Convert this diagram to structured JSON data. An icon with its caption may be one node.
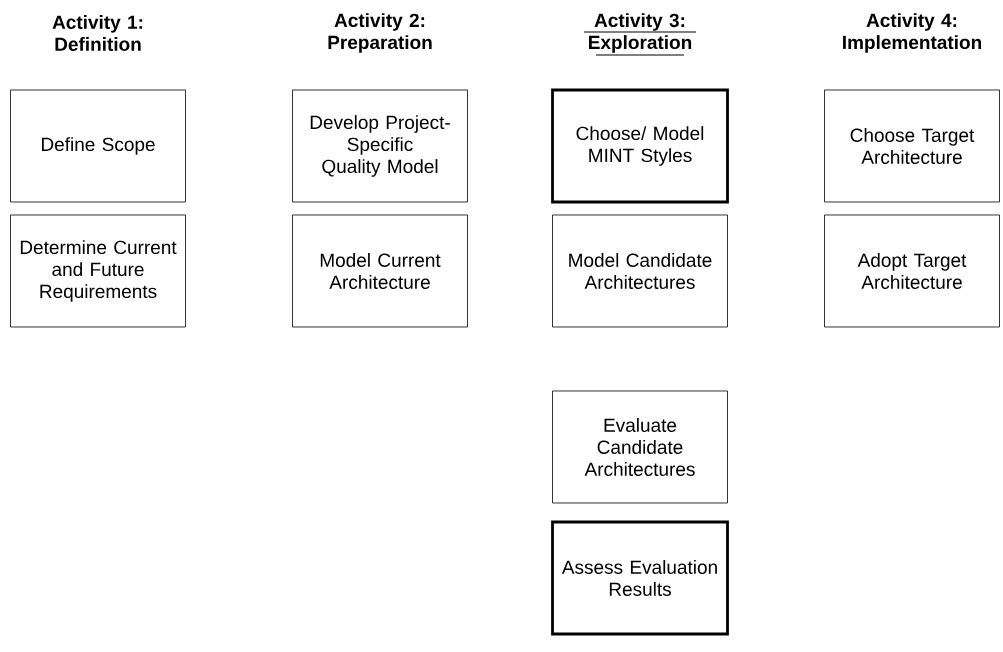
{
  "diagram": {
    "nodes": [
      {
        "text": [
          "Define Scope"
        ]
      },
      {
        "text": [
          "Determine Current and Future Requirements"
        ]
      },
      {
        "text": [
          "Develop Project-Specific Quality Model"
        ]
      },
      {
        "text": [
          "Model Current Architecture"
        ]
      },
      {
        "text": [
          "Choose/ Model MINT Styles"
        ]
      },
      {
        "text": [
          "Model Candidate Architectures"
        ]
      },
      {
        "text": [
          "Evaluate Candidate Architectures"
        ]
      },
      {
        "text": [
          "Assess Evaluation Results"
        ]
      },
      {
        "text": [
          "Choose Target Architecture"
        ]
      },
      {
        "text": [
          "Adopt Target Architecture"
        ]
      }
    ],
    "edges": [],
    "labels": [
      "Activity 1: Definition",
      "Activity 2: Preparation",
      "Activity 3: Exploration",
      "Activity 4: Implementation"
    ]
  }
}
